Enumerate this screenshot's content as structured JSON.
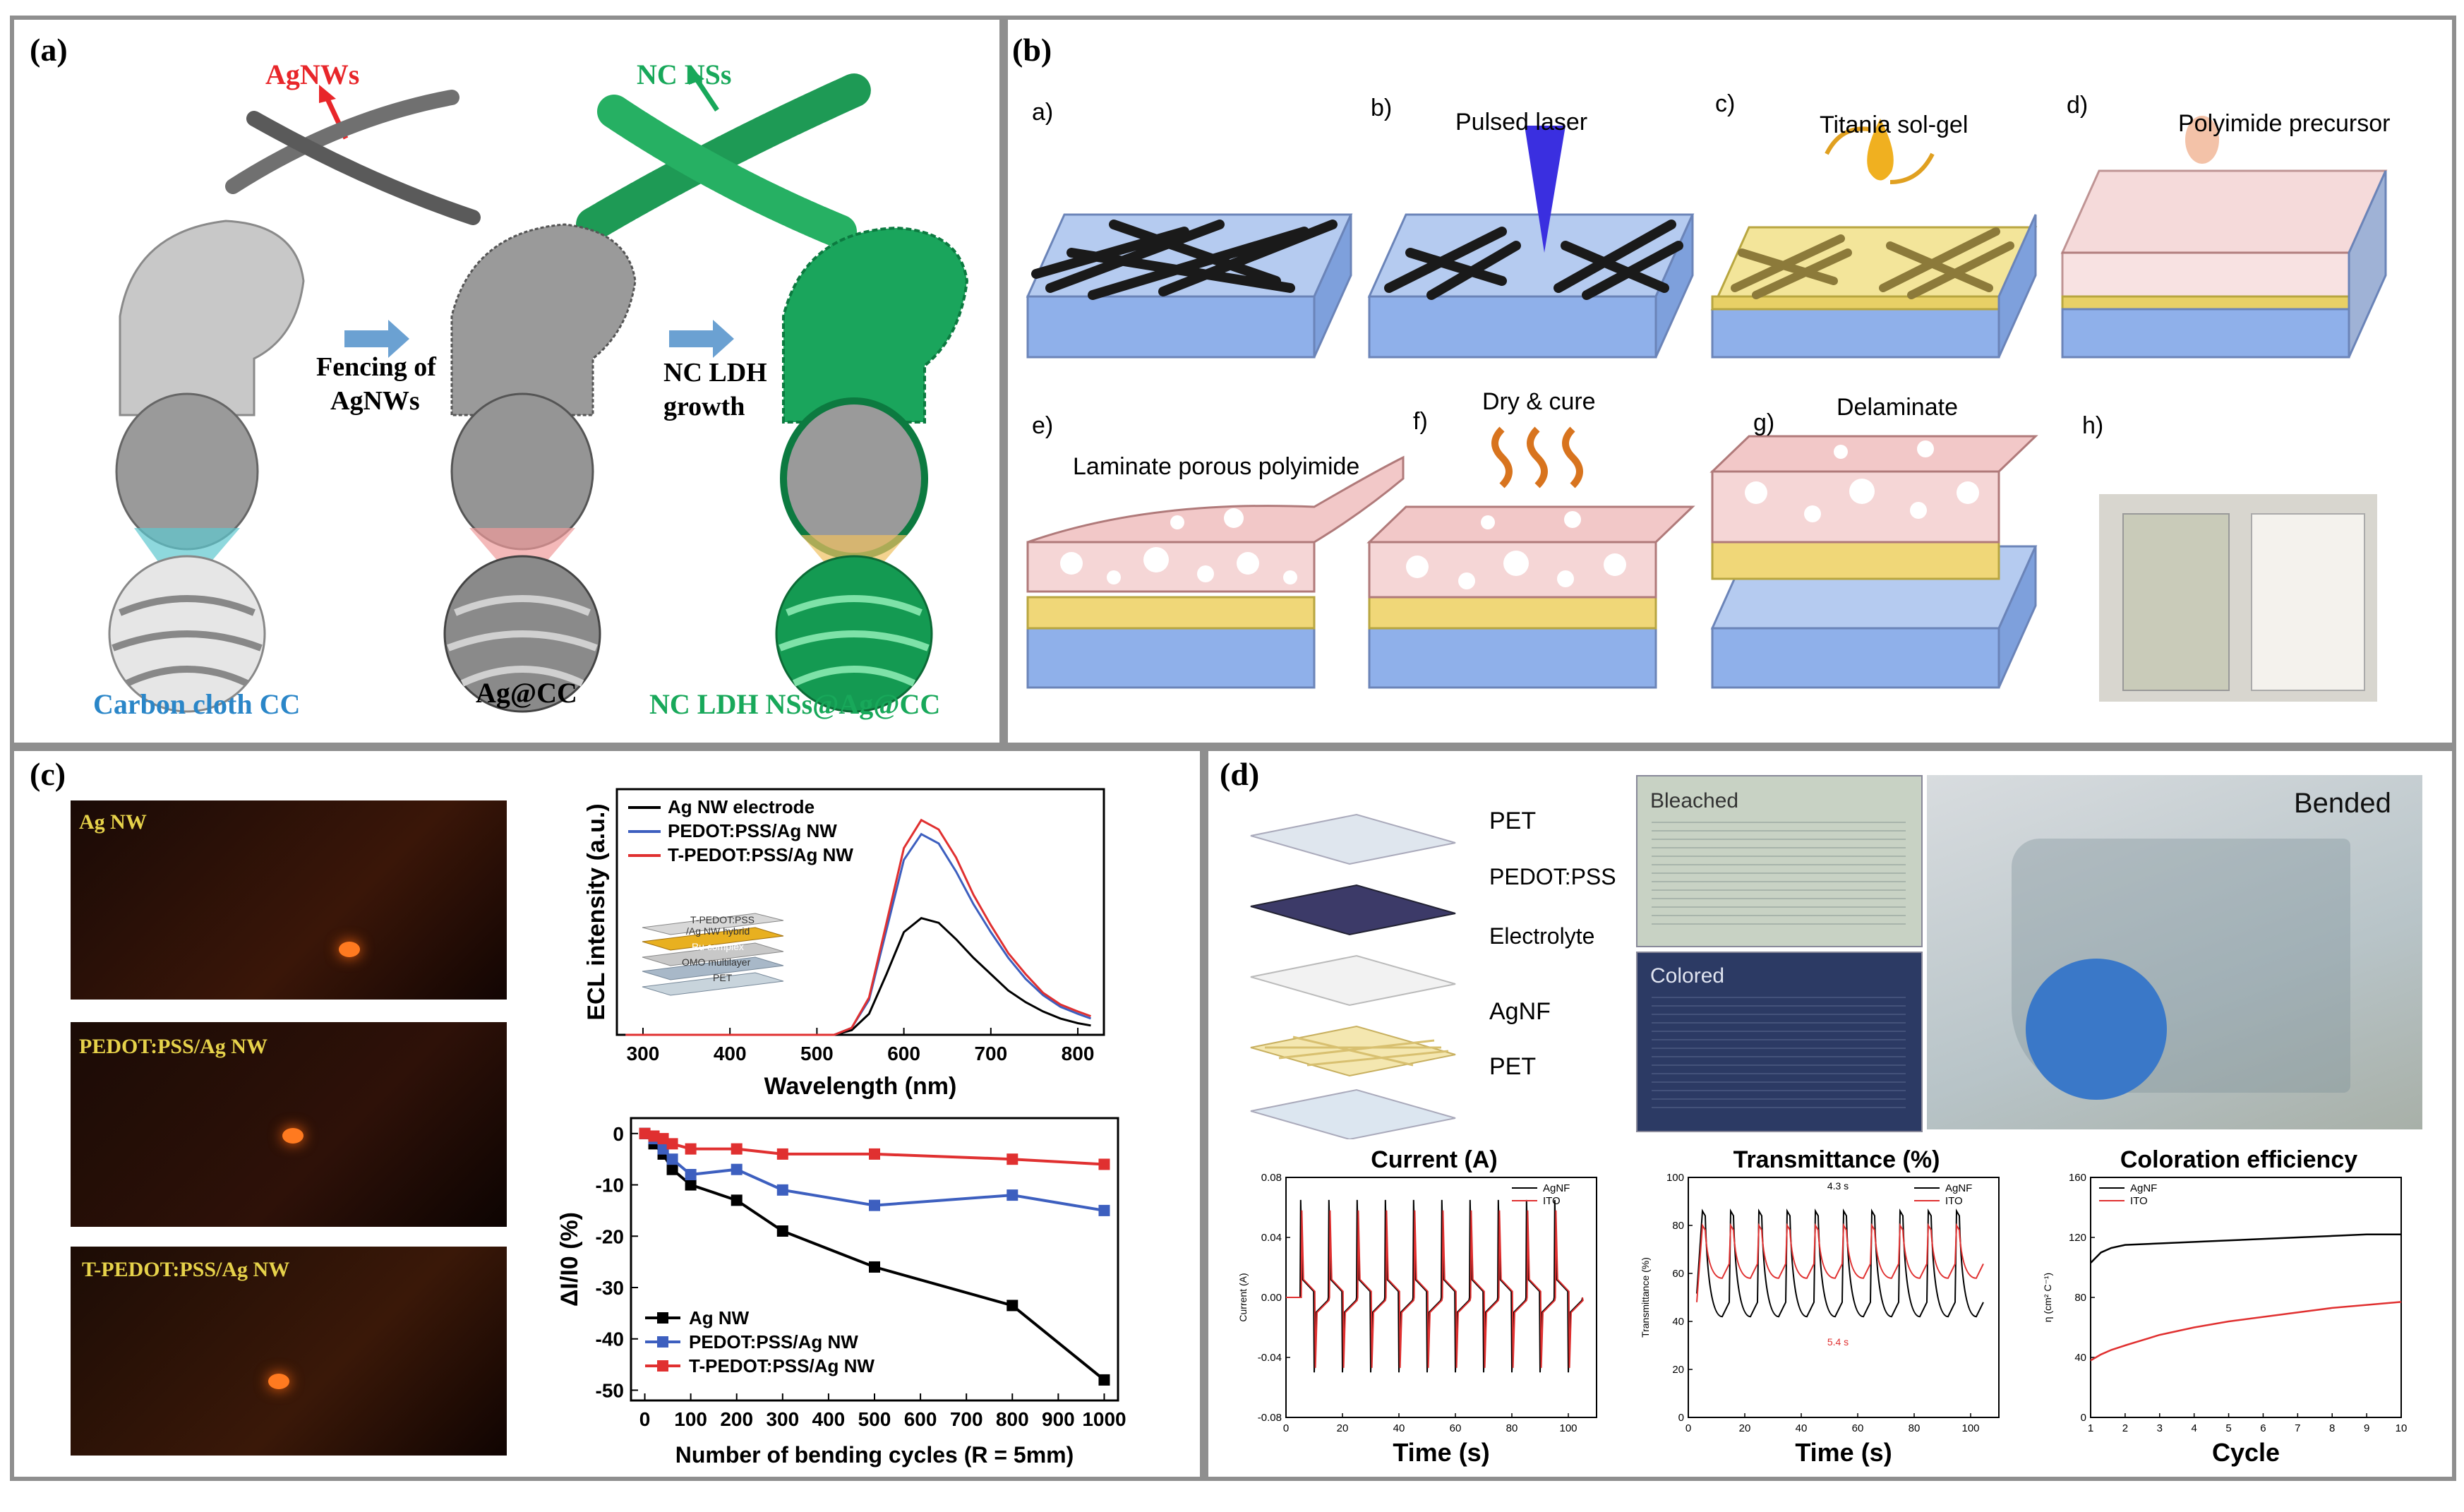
{
  "panel_a": {
    "label": "(a)",
    "agnws": "AgNWs",
    "nc_nss": "NC NSs",
    "step1_line1": "Fencing of",
    "step1_line2": "AgNWs",
    "step2_line1": "NC LDH",
    "step2_line2": "growth",
    "cap_cc": "Carbon cloth CC",
    "cap_agcc": "Ag@CC",
    "cap_nc": "NC LDH NSs@Ag@CC"
  },
  "panel_b": {
    "label": "(b)",
    "steps": [
      {
        "id": "a)",
        "text": ""
      },
      {
        "id": "b)",
        "text": "Pulsed laser"
      },
      {
        "id": "c)",
        "text": "Titania sol-gel"
      },
      {
        "id": "d)",
        "text": "Polyimide precursor"
      },
      {
        "id": "e)",
        "text": "Laminate porous polyimide"
      },
      {
        "id": "f)",
        "text": "Dry & cure"
      },
      {
        "id": "g)",
        "text": "Delaminate"
      },
      {
        "id": "h)",
        "text": ""
      }
    ]
  },
  "panel_c": {
    "label": "(c)",
    "photos": [
      "Ag NW",
      "PEDOT:PSS/Ag NW",
      "T-PEDOT:PSS/Ag NW"
    ],
    "inset_layers": [
      "T-PEDOT:PSS",
      "/Ag NW hybrid",
      "Ru complex",
      "OMO multilayer",
      "PET"
    ]
  },
  "panel_d": {
    "label": "(d)",
    "stack_layers": [
      "PET",
      "PEDOT:PSS",
      "Electrolyte",
      "AgNF",
      "PET"
    ],
    "photo_bleached": "Bleached",
    "photo_colored": "Colored",
    "photo_bended": "Bended"
  },
  "chart_data": [
    {
      "id": "ecl-spectrum",
      "type": "line",
      "xlabel": "Wavelength (nm)",
      "ylabel": "ECL intensity (a.u.)",
      "xlim": [
        270,
        830
      ],
      "xticks": [
        300,
        400,
        500,
        600,
        700,
        800
      ],
      "legend": "top-left",
      "series": [
        {
          "name": "Ag NW electrode",
          "color": "#000000",
          "x": [
            280,
            520,
            540,
            560,
            580,
            600,
            620,
            640,
            660,
            680,
            700,
            720,
            740,
            760,
            780,
            800,
            815
          ],
          "y": [
            0,
            0,
            0.02,
            0.09,
            0.26,
            0.44,
            0.5,
            0.48,
            0.41,
            0.33,
            0.26,
            0.19,
            0.14,
            0.1,
            0.07,
            0.05,
            0.04
          ]
        },
        {
          "name": "PEDOT:PSS/Ag NW",
          "color": "#3d5fbf",
          "x": [
            280,
            520,
            540,
            560,
            580,
            600,
            620,
            640,
            660,
            680,
            700,
            720,
            740,
            760,
            780,
            800,
            815
          ],
          "y": [
            0,
            0,
            0.03,
            0.15,
            0.45,
            0.75,
            0.86,
            0.82,
            0.7,
            0.56,
            0.44,
            0.33,
            0.24,
            0.17,
            0.12,
            0.09,
            0.07
          ]
        },
        {
          "name": "T-PEDOT:PSS/Ag NW",
          "color": "#e03030",
          "x": [
            280,
            520,
            540,
            560,
            580,
            600,
            620,
            640,
            660,
            680,
            700,
            720,
            740,
            760,
            780,
            800,
            815
          ],
          "y": [
            0,
            0,
            0.03,
            0.16,
            0.48,
            0.8,
            0.92,
            0.88,
            0.76,
            0.6,
            0.47,
            0.35,
            0.26,
            0.18,
            0.13,
            0.1,
            0.08
          ]
        }
      ]
    },
    {
      "id": "bending",
      "type": "line",
      "xlabel": "Number of bending cycles (R = 5mm)",
      "ylabel": "ΔI/I0 (%)",
      "xlim": [
        -30,
        1030
      ],
      "ylim": [
        -52,
        3
      ],
      "xticks": [
        0,
        100,
        200,
        300,
        400,
        500,
        600,
        700,
        800,
        900,
        1000
      ],
      "yticks": [
        0,
        -10,
        -20,
        -30,
        -40,
        -50
      ],
      "legend": "bottom-left",
      "series": [
        {
          "name": "Ag NW",
          "color": "#000000",
          "x": [
            0,
            20,
            40,
            60,
            100,
            200,
            300,
            500,
            800,
            1000
          ],
          "y": [
            0,
            -2,
            -4,
            -7,
            -10,
            -13,
            -19,
            -26,
            -33.5,
            -48
          ]
        },
        {
          "name": "PEDOT:PSS/Ag NW",
          "color": "#3d5fbf",
          "x": [
            0,
            20,
            40,
            60,
            100,
            200,
            300,
            500,
            800,
            1000
          ],
          "y": [
            0,
            -1,
            -3,
            -5,
            -8,
            -7,
            -11,
            -14,
            -12,
            -15
          ]
        },
        {
          "name": "T-PEDOT:PSS/Ag NW",
          "color": "#e03030",
          "x": [
            0,
            20,
            40,
            60,
            100,
            200,
            300,
            500,
            800,
            1000
          ],
          "y": [
            0,
            -0.5,
            -1,
            -2,
            -3,
            -3,
            -4,
            -4,
            -5,
            -6
          ]
        }
      ]
    },
    {
      "id": "current",
      "type": "line",
      "title": "Current  (A)",
      "xlabel": "Time   (s)",
      "ylabel": "Current (A)",
      "xlim": [
        0,
        110
      ],
      "ylim": [
        -0.08,
        0.08
      ],
      "xticks": [
        0,
        20,
        40,
        60,
        80,
        100
      ],
      "yticks": [
        0.08,
        0.04,
        0.0,
        -0.04,
        -0.08
      ],
      "ytick_labels": [
        "0.08",
        "0.04",
        "0.00",
        "-0.04",
        "-0.08"
      ],
      "legend": "top-right",
      "period_s": 10,
      "cycles": 10,
      "series": [
        {
          "name": "AgNF",
          "color": "#000000",
          "peak": 0.065,
          "trough": -0.05
        },
        {
          "name": "ITO",
          "color": "#e03030",
          "peak": 0.058,
          "trough": -0.047
        }
      ]
    },
    {
      "id": "transmittance",
      "type": "line",
      "title": "Transmittance  (%)",
      "xlabel": "Time   (s)",
      "ylabel": "Transmittance (%)",
      "xlim": [
        0,
        110
      ],
      "ylim": [
        0,
        100
      ],
      "xticks": [
        0,
        20,
        40,
        60,
        80,
        100
      ],
      "yticks": [
        0,
        20,
        40,
        60,
        80,
        100
      ],
      "legend": "top-right",
      "annotations": [
        "4.3 s",
        "5.4 s"
      ],
      "period_s": 10,
      "cycles": 10,
      "series": [
        {
          "name": "AgNF",
          "color": "#000000",
          "high": 86,
          "low": 42
        },
        {
          "name": "ITO",
          "color": "#e03030",
          "high": 80,
          "low": 58
        }
      ]
    },
    {
      "id": "coloration",
      "type": "line",
      "title": "Coloration  efficiency",
      "xlabel": "Cycle",
      "ylabel": "η (cm² C⁻¹)",
      "xlim": [
        1,
        10
      ],
      "ylim": [
        0,
        160
      ],
      "xticks": [
        1,
        2,
        3,
        4,
        5,
        6,
        7,
        8,
        9,
        10
      ],
      "yticks": [
        0,
        40,
        80,
        120,
        160
      ],
      "legend": "top-left",
      "series": [
        {
          "name": "AgNF",
          "color": "#000000",
          "x": [
            1,
            1.3,
            1.6,
            2,
            3,
            4,
            5,
            6,
            7,
            8,
            9,
            10
          ],
          "y": [
            103,
            110,
            113,
            115,
            116,
            117,
            118,
            119,
            120,
            121,
            122,
            122
          ]
        },
        {
          "name": "ITO",
          "color": "#e03030",
          "x": [
            1,
            1.3,
            1.6,
            2,
            3,
            4,
            5,
            6,
            7,
            8,
            9,
            10
          ],
          "y": [
            38,
            42,
            45,
            48,
            55,
            60,
            64,
            67,
            70,
            73,
            75,
            77
          ]
        }
      ]
    }
  ]
}
